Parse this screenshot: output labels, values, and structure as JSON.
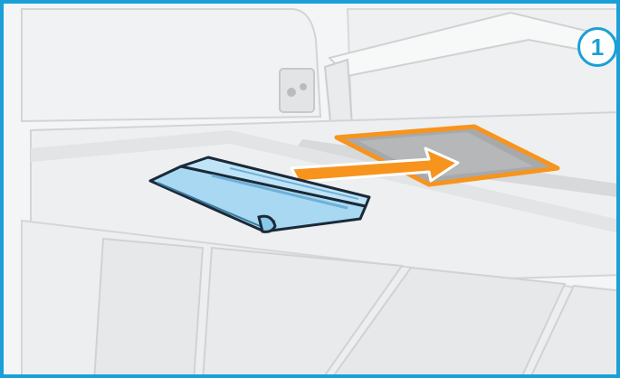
{
  "step": {
    "number": "1"
  },
  "icons": {
    "badge": "numbered-step-circle",
    "arrow": "insert-arrow-right",
    "part": "blue-cover-part"
  },
  "colors": {
    "frame_border": "#1aa0d8",
    "accent_orange": "#f7941d",
    "part_blue": "#9fd3f0",
    "badge_blue": "#1a9fd6"
  }
}
